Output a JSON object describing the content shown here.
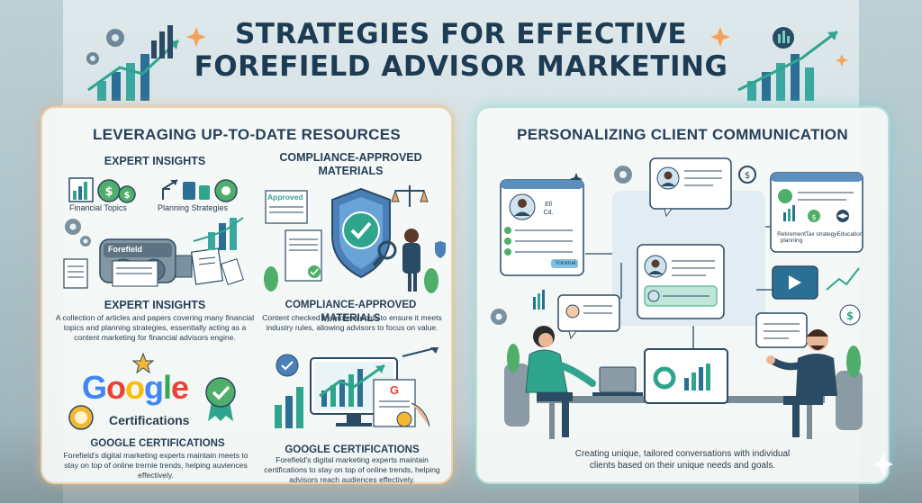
{
  "title_line1": "STRATEGIES FOR EFFECTIVE",
  "title_line2": "FOREFIELD ADVISOR MARKETING",
  "left_panel": {
    "title": "LEVERAGING UP-TO-DATE RESOURCES",
    "expert": {
      "heading": "EXPERT INSIGHTS",
      "topic_label": "Financial Topics",
      "strategy_label": "Planning Strategies",
      "machine_label": "Forefield",
      "subheading": "EXPERT INSIGHTS",
      "description": "A collection of articles and papers covering many financial topics and planning strategies, essentially acting as a content marketing for financial advisors engine."
    },
    "compliance": {
      "heading_line1": "COMPLIANCE-APPROVED",
      "heading_line2": "MATERIALS",
      "stamp": "Approved",
      "subheading": "COMPLIANCE-APPROVED MATERIALS",
      "description": "Content checked by professionals to ensure it meets industry rules, allowing advisors to focus on value."
    },
    "google_left": {
      "logo": "Google",
      "logo_sub": "Certifications",
      "subheading": "GOOGLE CERTIFICATIONS",
      "description": "Forefield's digital marketing experts maintain meets to stay on top of online trernie trends, helping auviences effectively."
    },
    "google_right": {
      "subheading": "GOOGLE CERTIFICATIONS",
      "description": "Forefield's digital marketing experts maintain certifications to stay on top of online trends, helping advisors reach audiences effectively."
    }
  },
  "right_panel": {
    "title": "PERSONALIZING CLIENT COMMUNICATION",
    "profile_tag": "Yolomal",
    "profile_lines": [
      "Ell",
      "Cd."
    ],
    "tags": [
      "Retirement planning",
      "Tax strategy",
      "Education"
    ],
    "description": "Creating unique, tailored conversations with individual clients based on their unique needs and goals."
  },
  "colors": {
    "title": "#1d3b52",
    "teal": "#2fa58e",
    "navy": "#2b4a63",
    "orange": "#f4a35c",
    "google_blue": "#4285f4",
    "google_red": "#ea4335",
    "google_yellow": "#fbbc05",
    "google_green": "#34a853"
  }
}
